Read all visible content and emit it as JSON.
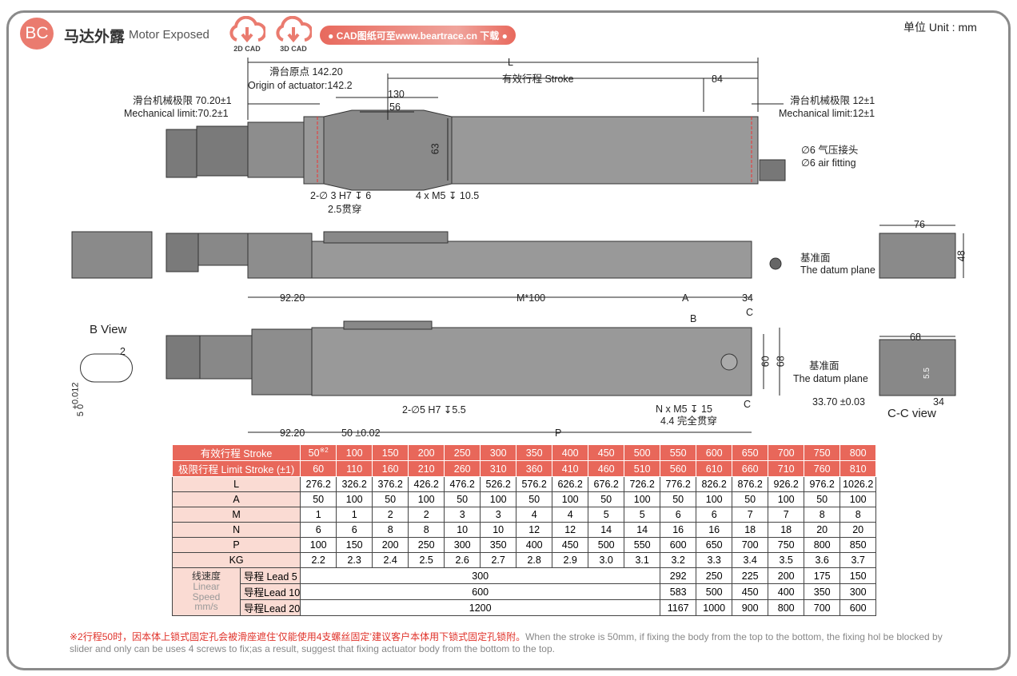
{
  "header": {
    "badge": "BC",
    "title_cn": "马达外露",
    "title_en": "Motor Exposed",
    "cad2d": "2D CAD",
    "cad3d": "3D CAD",
    "download": "● CAD图纸可至www.beartrace.cn 下载 ●",
    "unit": "单位  Unit : mm"
  },
  "top_view": {
    "L": "L",
    "origin_cn": "滑台原点 142.20",
    "origin_en": "Origin of actuator:142.2",
    "stroke": "有效行程 Stroke",
    "d84": "84",
    "d130": "130",
    "d56": "56",
    "d63": "63",
    "mech_left_cn": "滑台机械极限 70.20±1",
    "mech_left_en": "Mechanical limit:70.2±1",
    "mech_right_cn": "滑台机械极限 12±1",
    "mech_right_en": "Mechanical limit:12±1",
    "air_cn": "∅6 气压接头",
    "air_en": "∅6 air fitting",
    "pin": "2-∅ 3 H7 ↧ 6",
    "pin2": "2.5贯穿",
    "screw": "4 x  M5 ↧ 10.5"
  },
  "side_view": {
    "d76": "76",
    "d48": "48",
    "datum_cn": "基准面",
    "datum_en": "The datum plane"
  },
  "bottom_view": {
    "d9220a": "92.20",
    "m100": "M*100",
    "A": "A",
    "d34": "34",
    "C1": "C",
    "B": "B",
    "d60": "60",
    "d68": "68",
    "d9220b": "92.20",
    "d50": "50 ±0.02",
    "P": "P",
    "pin": "2-∅5 H7 ↧5.5",
    "screw": "N x M5 ↧ 15",
    "screw2": "4.4 完全贯穿",
    "C2": "C"
  },
  "b_view": {
    "title": "B View",
    "d2": "2",
    "tol": "+0.012",
    "tol2": "5   0"
  },
  "cc_view": {
    "d68": "68",
    "datum_cn": "基准面",
    "datum_en": "The datum plane",
    "d3370": "33.70 ±0.03",
    "d34": "34",
    "d55": "5.5",
    "title": "C-C view"
  },
  "table": {
    "stroke_label": "有效行程  Stroke",
    "stroke_note": "※2",
    "strokes": [
      "50",
      "100",
      "150",
      "200",
      "250",
      "300",
      "350",
      "400",
      "450",
      "500",
      "550",
      "600",
      "650",
      "700",
      "750",
      "800"
    ],
    "limit_label": "极限行程  Limit Stroke (±1)",
    "limits": [
      "60",
      "110",
      "160",
      "210",
      "260",
      "310",
      "360",
      "410",
      "460",
      "510",
      "560",
      "610",
      "660",
      "710",
      "760",
      "810"
    ],
    "rows": [
      {
        "label": "L",
        "values": [
          "276.2",
          "326.2",
          "376.2",
          "426.2",
          "476.2",
          "526.2",
          "576.2",
          "626.2",
          "676.2",
          "726.2",
          "776.2",
          "826.2",
          "876.2",
          "926.2",
          "976.2",
          "1026.2"
        ]
      },
      {
        "label": "A",
        "values": [
          "50",
          "100",
          "50",
          "100",
          "50",
          "100",
          "50",
          "100",
          "50",
          "100",
          "50",
          "100",
          "50",
          "100",
          "50",
          "100"
        ]
      },
      {
        "label": "M",
        "values": [
          "1",
          "1",
          "2",
          "2",
          "3",
          "3",
          "4",
          "4",
          "5",
          "5",
          "6",
          "6",
          "7",
          "7",
          "8",
          "8"
        ]
      },
      {
        "label": "N",
        "values": [
          "6",
          "6",
          "8",
          "8",
          "10",
          "10",
          "12",
          "12",
          "14",
          "14",
          "16",
          "16",
          "18",
          "18",
          "20",
          "20"
        ]
      },
      {
        "label": "P",
        "values": [
          "100",
          "150",
          "200",
          "250",
          "300",
          "350",
          "400",
          "450",
          "500",
          "550",
          "600",
          "650",
          "700",
          "750",
          "800",
          "850"
        ]
      },
      {
        "label": "KG",
        "values": [
          "2.2",
          "2.3",
          "2.4",
          "2.5",
          "2.6",
          "2.7",
          "2.8",
          "2.9",
          "3.0",
          "3.1",
          "3.2",
          "3.3",
          "3.4",
          "3.5",
          "3.6",
          "3.7"
        ]
      }
    ],
    "speed_label_cn": "线速度",
    "speed_label_en": "Linear Speed mm/s",
    "speed": [
      {
        "lead": "导程  Lead 5",
        "merged": "300",
        "values": [
          "292",
          "250",
          "225",
          "200",
          "175",
          "150"
        ]
      },
      {
        "lead": "导程Lead 10",
        "merged": "600",
        "values": [
          "583",
          "500",
          "450",
          "400",
          "350",
          "300"
        ]
      },
      {
        "lead": "导程Lead 20",
        "merged": "1200",
        "values": [
          "1167",
          "1000",
          "900",
          "800",
          "700",
          "600"
        ]
      }
    ]
  },
  "note": {
    "cn": "※2行程50时，因本体上锁式固定孔会被滑座遮住’仅能使用4支螺丝固定’建议客户本体用下锁式固定孔锁附。",
    "en": "When the stroke is 50mm, if fixing the body from the top to the bottom, the fixing hol be blocked by slider and only can be uses 4 screws to fix;as a result, suggest that fixing actuator body from the bottom to the top."
  },
  "colors": {
    "accent": "#e8675a",
    "light": "#fadbd3"
  }
}
